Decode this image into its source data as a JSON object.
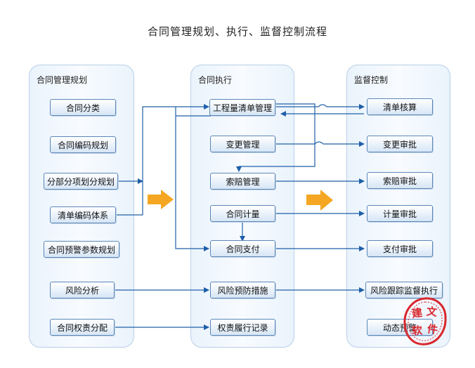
{
  "title": "合同管理规划、执行、监督控制流程",
  "panels": {
    "planning": "合同管理规划",
    "execution": "合同执行",
    "control": "监督控制"
  },
  "planning_items": [
    "合同分类",
    "合同编码规划",
    "分部分项划分规划",
    "清单编码体系",
    "合同预警参数规划",
    "风险分析",
    "合同权责分配"
  ],
  "execution_items": [
    "工程量清单管理",
    "变更管理",
    "索赔管理",
    "合同计量",
    "合同支付",
    "风险预防措施",
    "权责履行记录"
  ],
  "control_items": [
    "清单核算",
    "变更审批",
    "索赔审批",
    "计量审批",
    "支付审批",
    "风险跟踪监督执行",
    "动态预警"
  ],
  "stamp": "建文软件",
  "colors": {
    "line": "#1f5fa8",
    "arrow_big": "#f5a623",
    "stamp": "#d9272e"
  }
}
